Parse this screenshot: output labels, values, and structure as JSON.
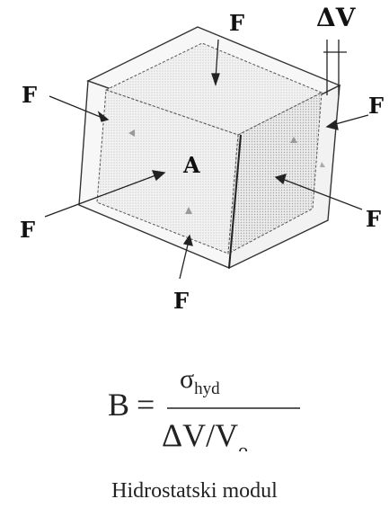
{
  "diagram": {
    "labels": {
      "force": "F",
      "delta_v": "ΔV",
      "area": "A"
    }
  },
  "formula": {
    "lhs": "B",
    "equals": "=",
    "numerator_symbol": "σ",
    "numerator_subscript": "hyd",
    "denominator_main": "ΔV/V",
    "denominator_subscript": "o"
  },
  "caption": "Hidrostatski modul",
  "colors": {
    "outline": "#333333",
    "dotted": "#555555",
    "stipple": "#d8d8d8"
  }
}
